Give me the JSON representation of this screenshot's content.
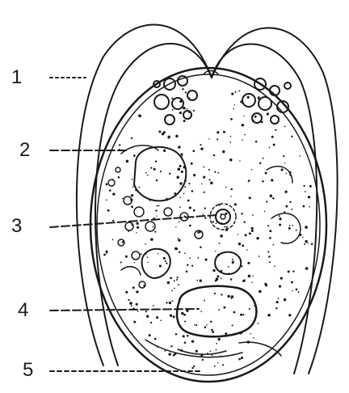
{
  "labels": [
    {
      "id": "1",
      "text": "1"
    },
    {
      "id": "2",
      "text": "2"
    },
    {
      "id": "3",
      "text": "3"
    },
    {
      "id": "4",
      "text": "4"
    },
    {
      "id": "5",
      "text": "5"
    }
  ],
  "colors": {
    "ink": "#1a1a1a",
    "background": "#ffffff"
  }
}
